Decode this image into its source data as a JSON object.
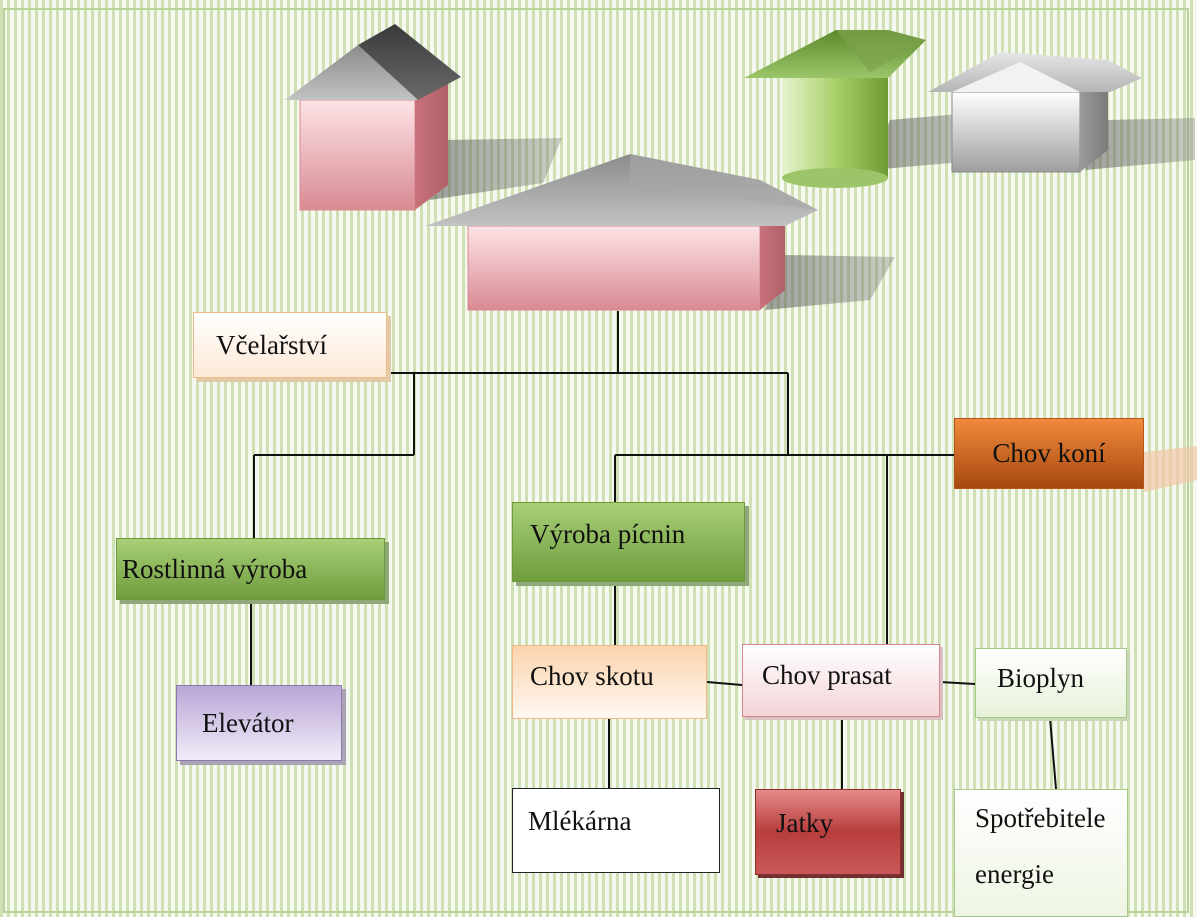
{
  "nodes": {
    "vcelarstvi": "Včelařství",
    "chov_koni": "Chov koní",
    "vyroba_picnin": "Výroba pícnin",
    "rostlinna_vyroba": "Rostlinná výroba",
    "elevator": "Elevátor",
    "chov_skotu": "Chov skotu",
    "chov_prasat": "Chov prasat",
    "bioplyn": "Bioplyn",
    "mlekarna": "Mlékárna",
    "jatky": "Jatky",
    "spotrebitele_line1": "Spotřebitele",
    "spotrebitele_line2": "energie"
  },
  "colors": {
    "background_stripe": "#cfe0b4",
    "pink": "#f2c2c8",
    "green": "#8fbf5a",
    "orange": "#d8681f",
    "purple": "#b9a6d6",
    "red": "#b83d3d"
  },
  "icons": [
    "house-icon",
    "house-icon",
    "silo-icon",
    "house-icon",
    "main-building-icon"
  ]
}
